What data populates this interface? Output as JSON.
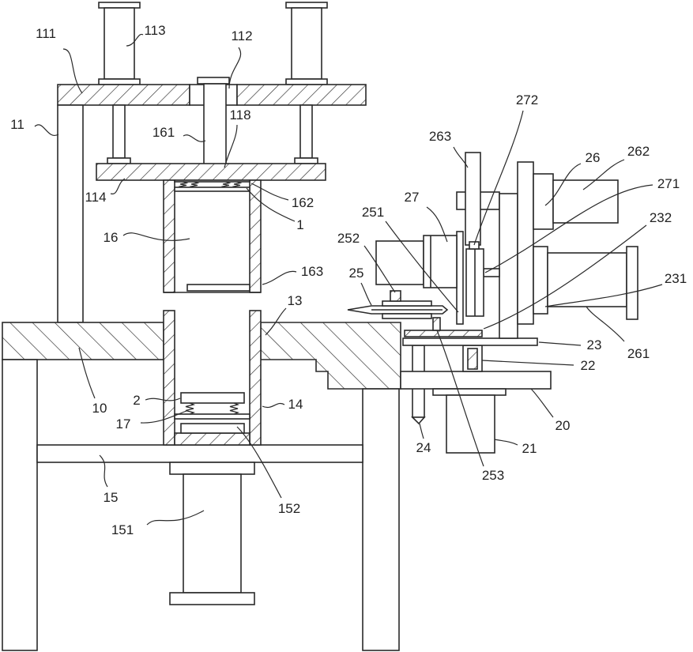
{
  "labels": [
    "111",
    "113",
    "112",
    "11",
    "161",
    "118",
    "114",
    "162",
    "1",
    "16",
    "163",
    "13",
    "10",
    "2",
    "14",
    "17",
    "15",
    "152",
    "151",
    "263",
    "272",
    "26",
    "262",
    "27",
    "271",
    "251",
    "232",
    "252",
    "25",
    "231",
    "23",
    "261",
    "22",
    "20",
    "24",
    "21",
    "253"
  ],
  "colors": {
    "line": "#2a2a2a",
    "background": "#ffffff"
  }
}
